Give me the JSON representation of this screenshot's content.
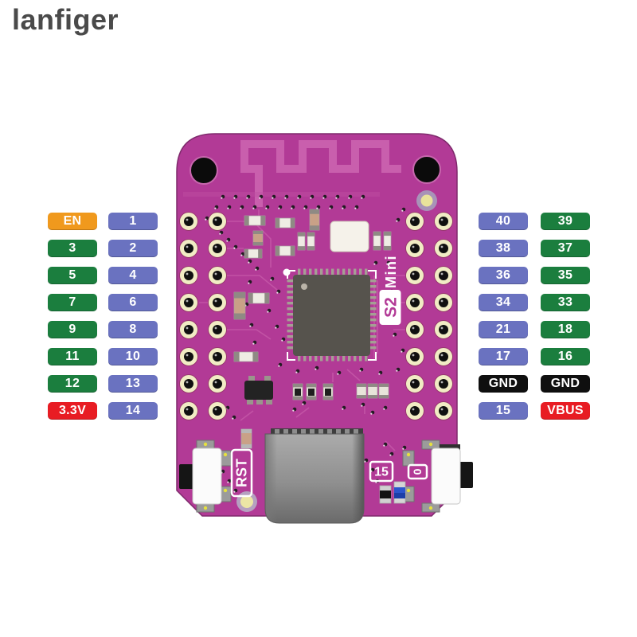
{
  "logo": {
    "text": "lanfiger"
  },
  "colors": {
    "logo": "#4a4a4a",
    "board": "#b23a96",
    "board_edge": "#7e2a6c",
    "antenna_trace": "#c95fad",
    "label_orange": "#f0991d",
    "label_green": "#1b7e3e",
    "label_purple": "#6a72c0",
    "label_red": "#e81c23",
    "label_black": "#0f0f0f",
    "silkscreen": "#ffffff"
  },
  "pin_labels": {
    "left_outer": [
      {
        "text": "EN",
        "color": "label_orange"
      },
      {
        "text": "3",
        "color": "label_green"
      },
      {
        "text": "5",
        "color": "label_green"
      },
      {
        "text": "7",
        "color": "label_green"
      },
      {
        "text": "9",
        "color": "label_green"
      },
      {
        "text": "11",
        "color": "label_green"
      },
      {
        "text": "12",
        "color": "label_green"
      },
      {
        "text": "3.3V",
        "color": "label_red"
      }
    ],
    "left_inner": [
      {
        "text": "1",
        "color": "label_purple"
      },
      {
        "text": "2",
        "color": "label_purple"
      },
      {
        "text": "4",
        "color": "label_purple"
      },
      {
        "text": "6",
        "color": "label_purple"
      },
      {
        "text": "8",
        "color": "label_purple"
      },
      {
        "text": "10",
        "color": "label_purple"
      },
      {
        "text": "13",
        "color": "label_purple"
      },
      {
        "text": "14",
        "color": "label_purple"
      }
    ],
    "right_inner": [
      {
        "text": "40",
        "color": "label_purple"
      },
      {
        "text": "38",
        "color": "label_purple"
      },
      {
        "text": "36",
        "color": "label_purple"
      },
      {
        "text": "34",
        "color": "label_purple"
      },
      {
        "text": "21",
        "color": "label_purple"
      },
      {
        "text": "17",
        "color": "label_purple"
      },
      {
        "text": "GND",
        "color": "label_black"
      },
      {
        "text": "15",
        "color": "label_purple"
      }
    ],
    "right_outer": [
      {
        "text": "39",
        "color": "label_green"
      },
      {
        "text": "37",
        "color": "label_green"
      },
      {
        "text": "35",
        "color": "label_green"
      },
      {
        "text": "33",
        "color": "label_green"
      },
      {
        "text": "18",
        "color": "label_green"
      },
      {
        "text": "16",
        "color": "label_green"
      },
      {
        "text": "GND",
        "color": "label_black"
      },
      {
        "text": "VBUS",
        "color": "label_red"
      }
    ]
  },
  "board": {
    "chip_label_s2": "S2",
    "chip_label_mini": "Mini",
    "rst_button_label": "RST",
    "pin15_label": "15",
    "boot0_label": "0"
  }
}
